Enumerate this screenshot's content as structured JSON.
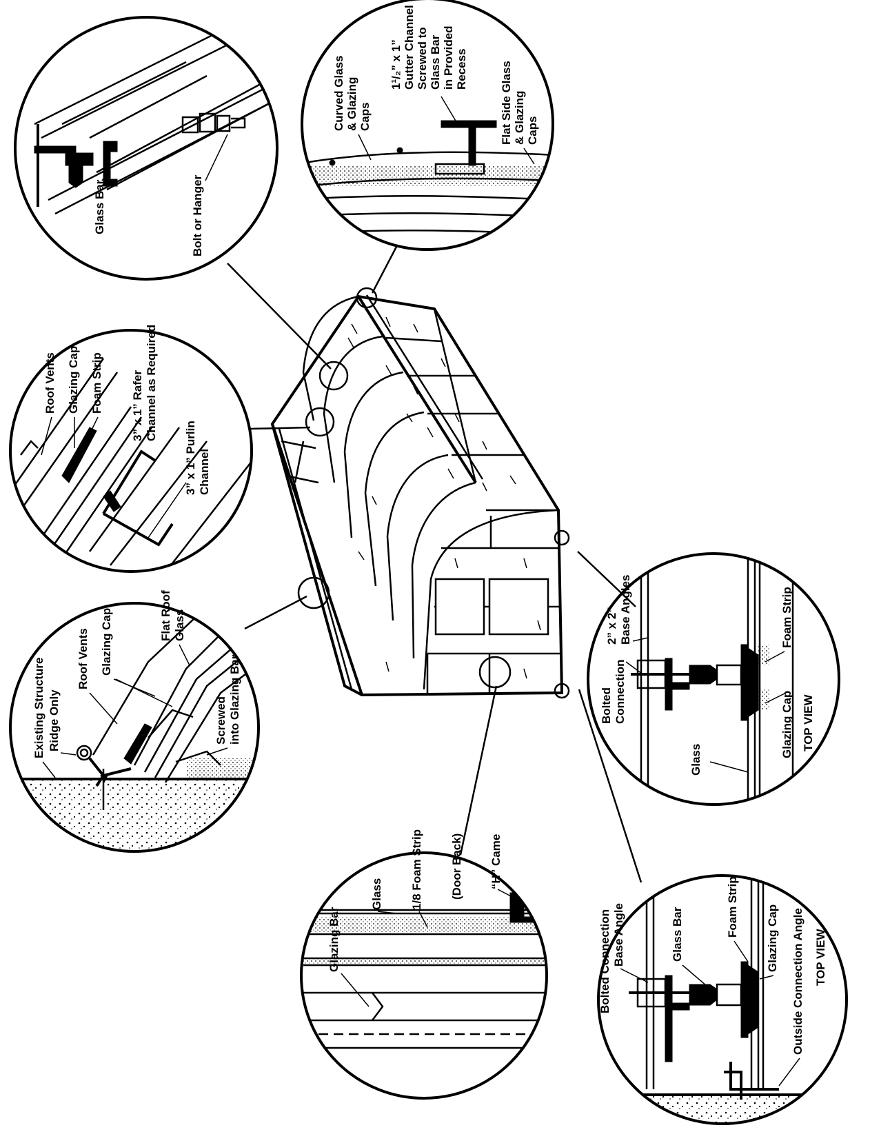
{
  "detail_tl": {
    "glass_bar": "Glass Bar",
    "bolt_or_hanger": "Bolt or Hanger"
  },
  "detail_tr": {
    "curved_glass_1": "Curved Glass",
    "curved_glass_2": "& Glazing",
    "curved_glass_3": "Caps",
    "gutter_1": "1¹/₂” x 1”",
    "gutter_2": "Gutter Channel",
    "gutter_3": "Screwed to",
    "gutter_4": "Glass Bar",
    "gutter_5": "in Provided",
    "gutter_6": "Recess",
    "flat_side_1": "Flat Side Glass",
    "flat_side_2": "& Glazing",
    "flat_side_3": "Caps"
  },
  "detail_ml": {
    "roof_vents": "Roof Vents",
    "glazing_cap": "Glazing Cap",
    "foam_strip": "Foam Strip",
    "rafter_1": "3” x 1” Rafer",
    "rafter_2": "Channel as Required",
    "purlin_1": "3” x 1” Purlin",
    "purlin_2": "Channel"
  },
  "detail_ll": {
    "existing_structure": "Existing Structure",
    "ridge_only": "Ridge Only",
    "roof_vents": "Roof Vents",
    "glazing_cap": "Glazing Cap",
    "flat_roof_1": "Flat Roof",
    "flat_roof_2": "Glass",
    "screwed_1": "Screwed",
    "screwed_2": "into Glazing Bar"
  },
  "detail_bc": {
    "glazing_bar": "Glazing Bar",
    "glass": "Glass",
    "foam_strip": "1/8 Foam Strip",
    "door_back": "(Door Back)",
    "h_came": "“H” Came"
  },
  "detail_mr": {
    "bolted_1": "Bolted",
    "bolted_2": "Connection",
    "base_angles_1": "2” x 2”",
    "base_angles_2": "Base Angles",
    "foam_strip": "Foam Strip",
    "glazing_cap": "Glazing Cap",
    "glass": "Glass",
    "top_view": "TOP VIEW"
  },
  "detail_br": {
    "bolted_connection": "Bolted Connection",
    "base_angle": "Base Angle",
    "glass_bar": "Glass Bar",
    "foam_strip": "Foam Strip",
    "glazing_cap": "Glazing Cap",
    "outside_connection": "Outside Connection Angle",
    "top_view": "TOP VIEW"
  }
}
